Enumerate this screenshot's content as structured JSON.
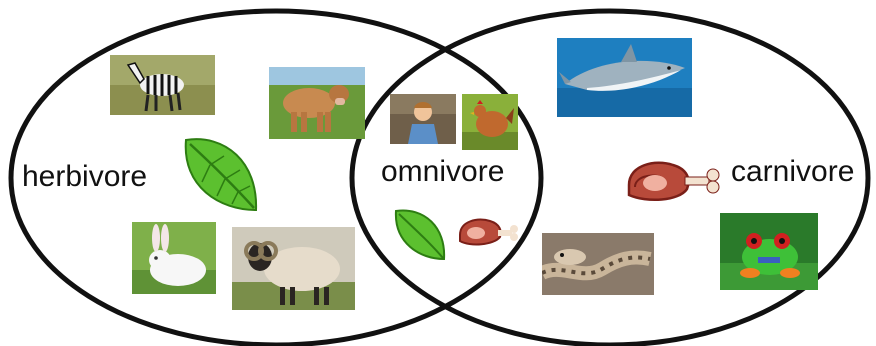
{
  "diagram": {
    "labels": {
      "left": "herbivore",
      "middle": "omnivore",
      "right": "carnivore"
    },
    "icons": [
      "zebra-icon",
      "cow-icon",
      "leaf-icon",
      "rabbit-icon",
      "sheep-icon",
      "boy-icon",
      "chicken-icon",
      "small-leaf-icon",
      "small-meat-icon",
      "shark-icon",
      "meat-icon",
      "snake-icon",
      "frog-icon"
    ],
    "colors": {
      "outline": "#111111",
      "leaf": "#5cc02f",
      "leaf_dark": "#2d7d12",
      "meat": "#b84a3a",
      "meat_dark": "#7a1f18",
      "grass": "#6f9a3a",
      "sky_water": "#1e7fc0"
    }
  }
}
